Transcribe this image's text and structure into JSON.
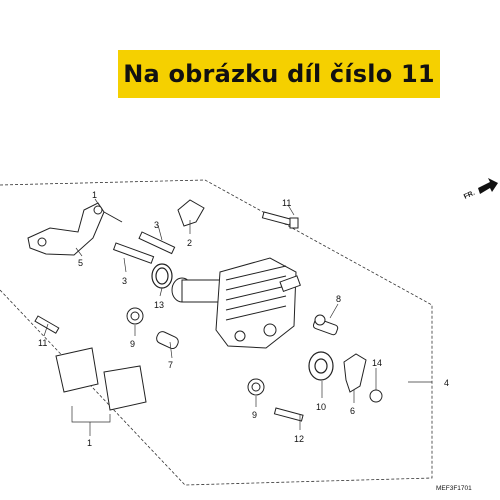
{
  "banner": {
    "text": "Na obrázku díl číslo 11"
  },
  "direction_label": "FR.",
  "diagram_code": "MEF3F1701",
  "callouts": {
    "c1": "1",
    "c2": "2",
    "c3a": "3",
    "c3b": "3",
    "c4": "4",
    "c5": "5",
    "c6": "6",
    "c7": "7",
    "c8": "8",
    "c9a": "9",
    "c9b": "9",
    "c10": "10",
    "c11a": "11",
    "c11b": "11",
    "c12": "12",
    "c13": "13",
    "c14": "14"
  },
  "colors": {
    "banner_bg": "#f5d000",
    "line": "#333333"
  }
}
